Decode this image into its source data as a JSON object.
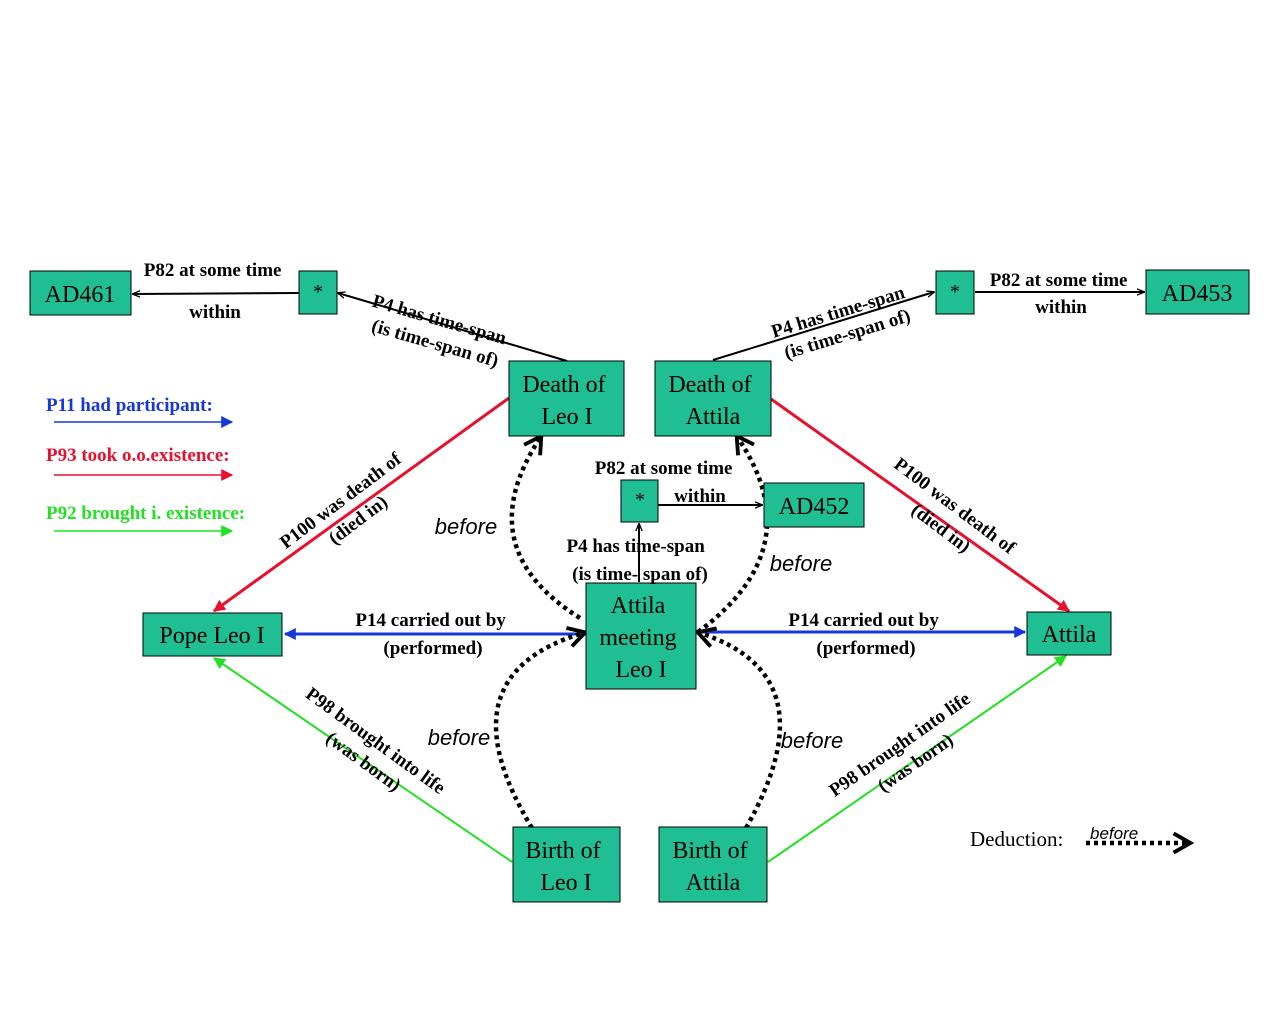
{
  "nodes": {
    "ad461": [
      "AD461"
    ],
    "star_left": [
      "*"
    ],
    "star_right": [
      "*"
    ],
    "ad453": [
      "AD453"
    ],
    "death_leo": [
      "Death of",
      "Leo I"
    ],
    "death_attila": [
      "Death of",
      "Attila"
    ],
    "star_mid": [
      "*"
    ],
    "ad452": [
      "AD452"
    ],
    "pope_leo": [
      "Pope Leo I"
    ],
    "meeting": [
      "Attila",
      "meeting",
      "Leo I"
    ],
    "attila": [
      "Attila"
    ],
    "birth_leo": [
      "Birth of",
      "Leo I"
    ],
    "birth_attila": [
      "Birth of",
      "Attila"
    ]
  },
  "edge_labels": {
    "p82_left": [
      "P82 at some time",
      "within"
    ],
    "p4_left": [
      "P4 has time-span",
      "(is time-span of)"
    ],
    "p4_right": [
      "P4 has time-span",
      "(is time-span of)"
    ],
    "p82_right": [
      "P82 at some time",
      "within"
    ],
    "p82_mid": [
      "P82 at some time",
      "within"
    ],
    "p4_mid": [
      "P4 has time-span",
      "(is time- span of)"
    ],
    "p100_left": [
      "P100 was death of",
      "(died in)"
    ],
    "p100_right": [
      "P100 was death of",
      "(died in)"
    ],
    "p14_left": [
      "P14 carried out by",
      "(performed)"
    ],
    "p14_right": [
      "P14 carried out by",
      "(performed)"
    ],
    "p98_left": [
      "P98 brought into life",
      "(was born)"
    ],
    "p98_right": [
      "P98 brought into life",
      "(was born)"
    ]
  },
  "before_labels": {
    "b1": "before",
    "b2": "before",
    "b3": "before",
    "b4": "before"
  },
  "legend": {
    "p11": "P11 had participant:",
    "p93": "P93 took o.o.existence:",
    "p92": "P92 brought i. existence:",
    "deduction": "Deduction:",
    "deduction_before": "before"
  },
  "colors": {
    "node_fill": "#1fbf93",
    "participant": "#1538d6",
    "death": "#e8102f",
    "birth": "#22e022"
  }
}
